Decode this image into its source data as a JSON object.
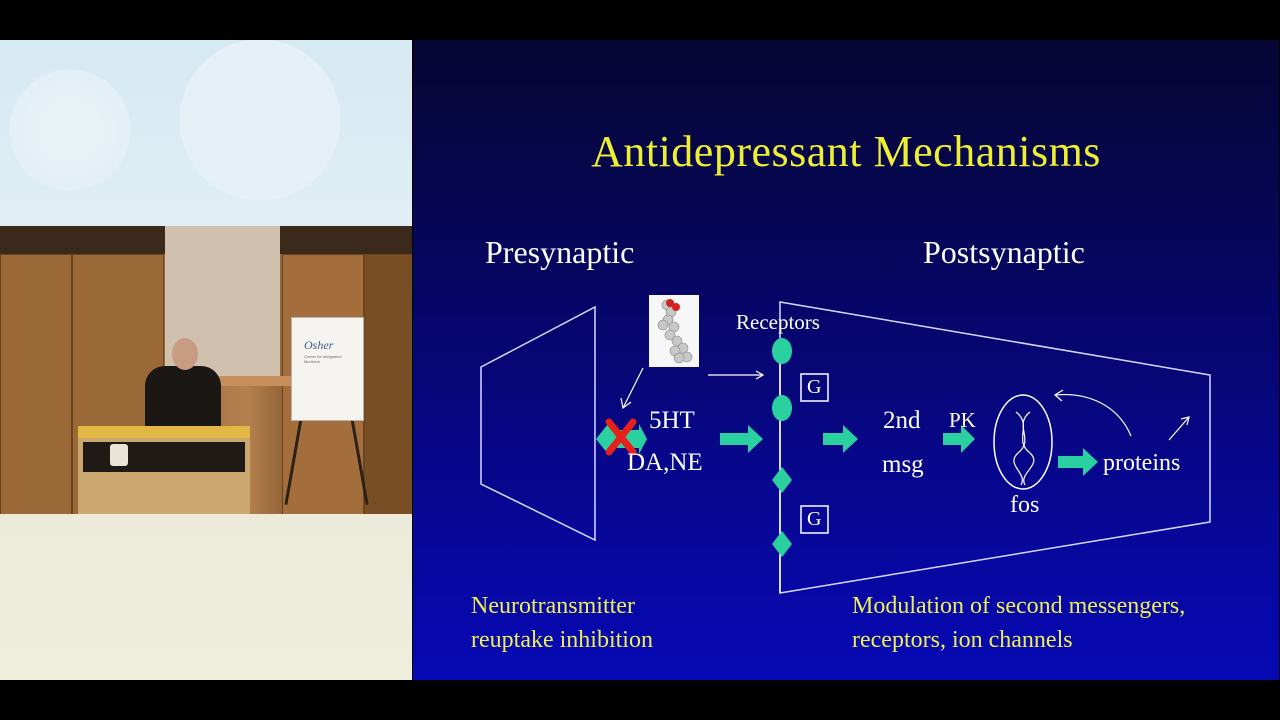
{
  "slide": {
    "title": "Antidepressant Mechanisms",
    "presynaptic_label": "Presynaptic",
    "postsynaptic_label": "Postsynaptic",
    "receptors_label": "Receptors",
    "g_protein_label_1": "G",
    "g_protein_label_2": "G",
    "neurotransmitter_5ht": "5HT",
    "neurotransmitter_da_ne": "DA,NE",
    "second_messenger_line1": "2nd",
    "second_messenger_line2": "msg",
    "pk_label": "PK",
    "fos_label": "fos",
    "proteins_label": "proteins",
    "left_caption_line1": "Neurotransmitter",
    "left_caption_line2": "reuptake inhibition",
    "right_caption_line1": "Modulation of second messengers,",
    "right_caption_line2": "receptors, ion channels"
  },
  "sign": {
    "logo_text": "Osher",
    "sub_text": "Center for Integrative Medicine"
  },
  "colors": {
    "title": "#eeee33",
    "caption": "#eeee55",
    "arrow": "#2ad0a0",
    "x_mark": "#e8201c",
    "slide_bg_top": "#060533",
    "slide_bg_bottom": "#0709b5"
  }
}
